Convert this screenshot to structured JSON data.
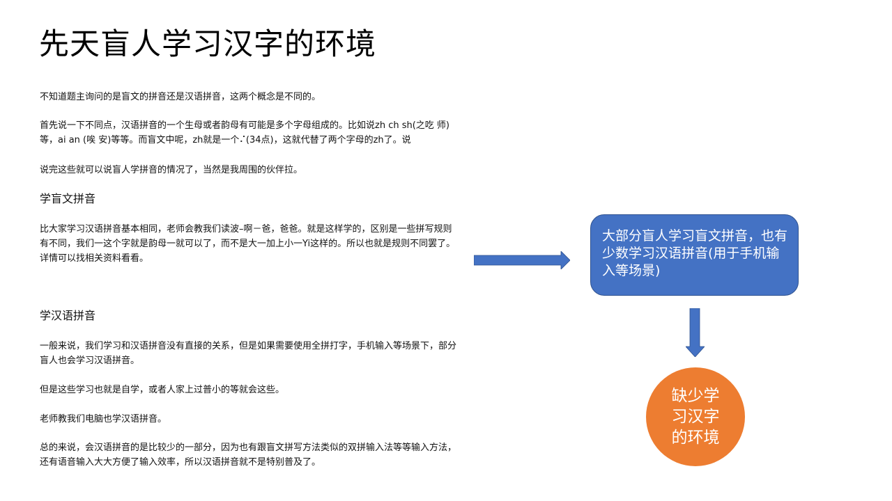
{
  "slide": {
    "title": "先天盲人学习汉字的环境",
    "paragraphs_intro": [
      "不知道题主询问的是盲文的拼音还是汉语拼音，这两个概念是不同的。",
      "首先说一下不同点，汉语拼音的一个生母或者韵母有可能是多个字母组成的。比如说zh ch sh(之吃 师)等，ai an (唉 安)等等。而盲文中呢，zh就是一个⠌(34点)，这就代替了两个字母的zh了。说",
      "说完这些就可以说盲人学拼音的情况了，当然是我周围的伙伴拉。"
    ],
    "section1": {
      "heading": "学盲文拼音",
      "paragraphs": [
        "比大家学习汉语拼音基本相同，老师会教我们读波–啊－爸，爸爸。就是这样学的，区别是一些拼写规则有不同，我们一这个字就是韵母一就可以了，而不是大一加上小一Yi这样的。所以也就是规则不同罢了。详情可以找相关资料看看。"
      ]
    },
    "section2": {
      "heading": "学汉语拼音",
      "paragraphs": [
        "一般来说，我们学习和汉语拼音没有直接的关系，但是如果需要使用全拼打字，手机输入等场景下，部分盲人也会学习汉语拼音。",
        "但是这些学习也就是自学，或者人家上过普小的等就会这些。",
        "老师教我们电脑也学汉语拼音。",
        "总的来说，会汉语拼音的是比较少的一部分，因为也有跟盲文拼写方法类似的双拼输入法等等输入方法，还有语音输入大大方便了输入效率，所以汉语拼音就不是特别普及了。"
      ]
    }
  },
  "diagram": {
    "arrow_right_icon": "arrow-right",
    "box": {
      "text": "大部分盲人学习盲文拼音，也有少数学习汉语拼音(用于手机输入等场景)",
      "fill": "#4472C4",
      "border": "#2F528F"
    },
    "arrow_down_icon": "arrow-down",
    "circle": {
      "text": "缺少学习汉字的环境",
      "fill": "#ED7D31"
    },
    "arrow_color": "#4472C4"
  }
}
